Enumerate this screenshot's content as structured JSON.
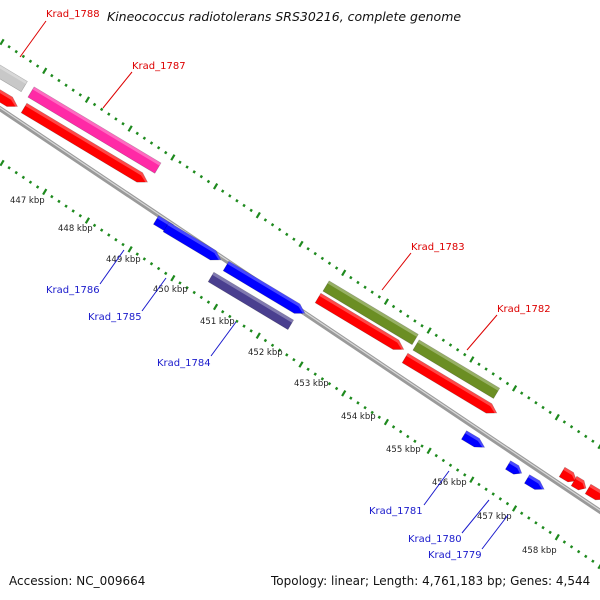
{
  "title": "Kineococcus radiotolerans SRS30216, complete genome",
  "footer": {
    "accession_label": "Accession:",
    "accession": "NC_009664",
    "topology_label": "Topology:",
    "topology": "linear",
    "length_label": "Length:",
    "length": "4,761,183 bp",
    "genes_label": "Genes:",
    "genes": "4,544"
  },
  "scale_ticks": [
    "447 kbp",
    "448 kbp",
    "449 kbp",
    "450 kbp",
    "451 kbp",
    "452 kbp",
    "453 kbp",
    "454 kbp",
    "455 kbp",
    "456 kbp",
    "457 kbp",
    "458 kbp"
  ],
  "genes": [
    {
      "id": "Krad_1788",
      "strand": "forward",
      "color": "#c8c8c8"
    },
    {
      "id": "Krad_1787",
      "strand": "forward",
      "color": "#ff2aa6"
    },
    {
      "id": "Krad_1786",
      "strand": "reverse",
      "color": "#0000ff"
    },
    {
      "id": "Krad_1785",
      "strand": "reverse",
      "color": "#0000ff"
    },
    {
      "id": "Krad_1784",
      "strand": "reverse",
      "color": "#4a3f8f"
    },
    {
      "id": "Krad_1783",
      "strand": "forward",
      "color": "#6b8e23"
    },
    {
      "id": "Krad_1782",
      "strand": "forward",
      "color": "#6b8e23"
    },
    {
      "id": "Krad_1781",
      "strand": "reverse",
      "color": "#0000ff"
    },
    {
      "id": "Krad_1780",
      "strand": "reverse",
      "color": "#0000ff"
    },
    {
      "id": "Krad_1779",
      "strand": "reverse",
      "color": "#0000ff"
    }
  ],
  "colors": {
    "cds": "#ff0000",
    "backbone": "#9a9a9a",
    "tick": "#1e8a1e",
    "forward_label": "#dd0000",
    "reverse_label": "#1a1acc"
  }
}
